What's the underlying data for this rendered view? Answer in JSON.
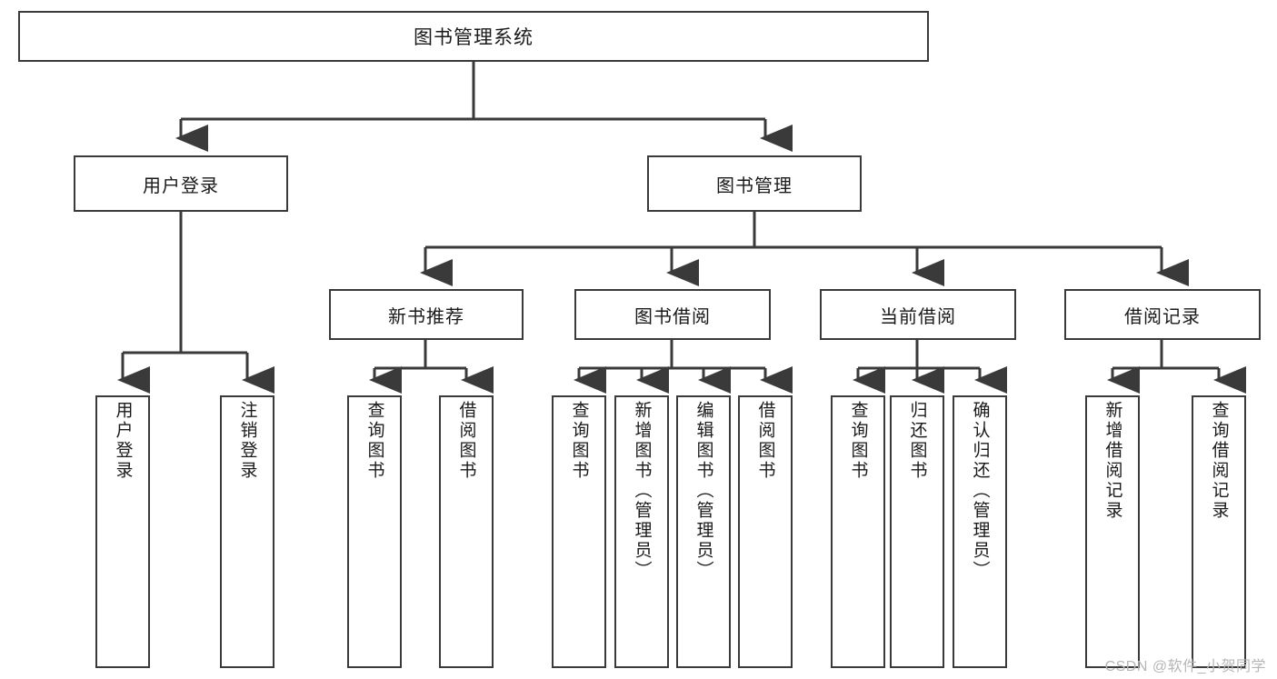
{
  "diagram": {
    "title": "图书管理系统",
    "type": "tree-hierarchy-diagram",
    "root": {
      "label": "图书管理系统"
    },
    "level2": {
      "user_login": {
        "label": "用户登录"
      },
      "book_manage": {
        "label": "图书管理"
      }
    },
    "level3": {
      "new_book": {
        "label": "新书推荐"
      },
      "borrow": {
        "label": "图书借阅"
      },
      "current": {
        "label": "当前借阅"
      },
      "record": {
        "label": "借阅记录"
      }
    },
    "leaves": {
      "user_login": [
        {
          "label": "用户登录"
        },
        {
          "label": "注销登录"
        }
      ],
      "new_book": [
        {
          "label": "查询图书"
        },
        {
          "label": "借阅图书"
        }
      ],
      "borrow": [
        {
          "label": "查询图书"
        },
        {
          "label": "新增图书（管理员）"
        },
        {
          "label": "编辑图书（管理员）"
        },
        {
          "label": "借阅图书"
        }
      ],
      "current": [
        {
          "label": "查询图书"
        },
        {
          "label": "归还图书"
        },
        {
          "label": "确认归还（管理员）"
        }
      ],
      "record": [
        {
          "label": "新增借阅记录"
        },
        {
          "label": "查询借阅记录"
        }
      ]
    },
    "watermark": "CSDN @软件_小贺同学",
    "colors": {
      "stroke": "#3a3a3a",
      "fill": "#ffffff",
      "text": "#1a1a1a",
      "watermark": "#b6b6b6"
    }
  }
}
